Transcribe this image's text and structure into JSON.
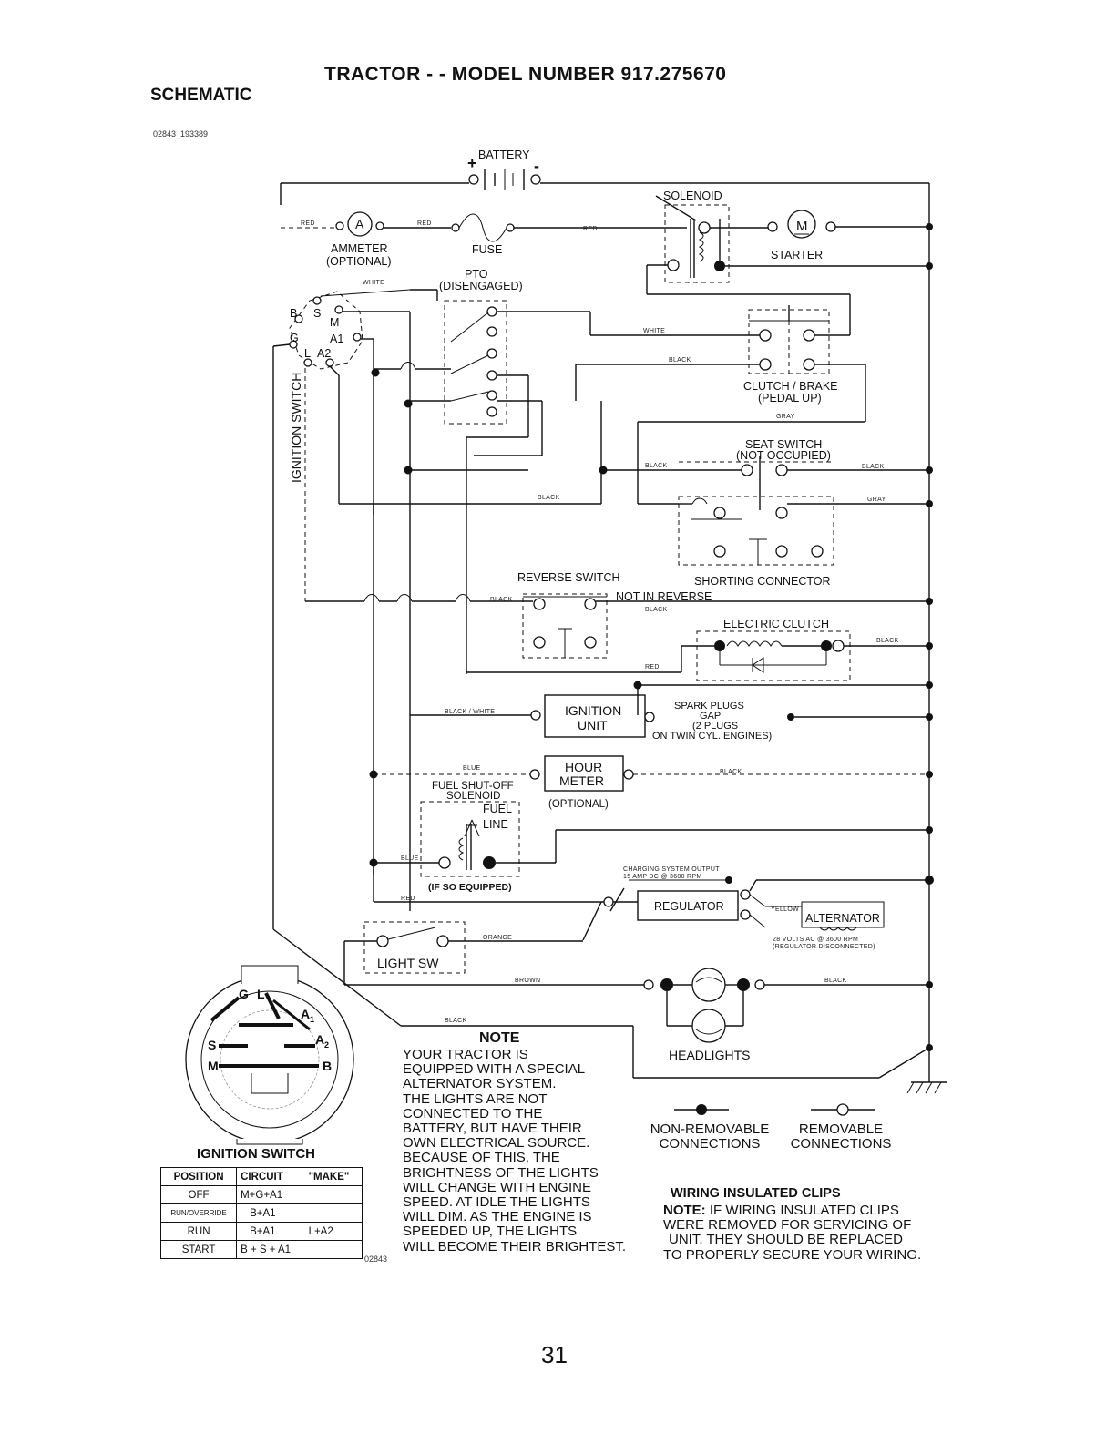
{
  "header": {
    "title": "TRACTOR - - MODEL NUMBER 917.275670",
    "section": "SCHEMATIC",
    "diagram_code": "02843_193389"
  },
  "components": {
    "battery": "BATTERY",
    "battery_plus": "+",
    "battery_minus": "-",
    "solenoid": "SOLENOID",
    "ammeter_symbol": "A",
    "ammeter": "AMMETER",
    "ammeter_note": "(OPTIONAL)",
    "fuse": "FUSE",
    "starter_symbol": "M",
    "starter": "STARTER",
    "pto": "PTO",
    "pto_state": "(DISENGAGED)",
    "ignition_switch_vertical": "IGNITION SWITCH",
    "clutch_brake": "CLUTCH / BRAKE",
    "clutch_brake_state": "(PEDAL UP)",
    "seat_switch": "SEAT SWITCH",
    "seat_switch_state": "(NOT OCCUPIED)",
    "shorting_connector": "SHORTING CONNECTOR",
    "reverse_switch": "REVERSE SWITCH",
    "not_in_reverse": "NOT IN REVERSE",
    "electric_clutch": "ELECTRIC CLUTCH",
    "ignition_unit_1": "IGNITION",
    "ignition_unit_2": "UNIT",
    "spark_plugs_1": "SPARK PLUGS",
    "spark_plugs_2": "GAP",
    "spark_plugs_3": "(2 PLUGS",
    "spark_plugs_4": "ON TWIN CYL. ENGINES)",
    "hour_meter_1": "HOUR",
    "hour_meter_2": "METER",
    "hour_meter_note": "(OPTIONAL)",
    "fuel_solenoid_1": "FUEL SHUT-OFF",
    "fuel_solenoid_2": "SOLENOID",
    "fuel_line_1": "FUEL",
    "fuel_line_2": "LINE",
    "if_equipped": "(IF SO EQUIPPED)",
    "charging_output_1": "CHARGING SYSTEM OUTPUT",
    "charging_output_2": "15 AMP DC @ 3600 RPM",
    "regulator": "REGULATOR",
    "alternator": "ALTERNATOR",
    "alternator_spec_1": "28 VOLTS AC @ 3600 RPM",
    "alternator_spec_2": "(REGULATOR DISCONNECTED)",
    "light_switch": "LIGHT SW",
    "headlights": "HEADLIGHTS"
  },
  "terminals": {
    "b": "B",
    "s": "S",
    "m": "M",
    "g": "G",
    "a1": "A1",
    "l": "L",
    "a2": "A2"
  },
  "wires": {
    "red": "RED",
    "white": "WHITE",
    "black": "BLACK",
    "gray": "GRAY",
    "black_white": "BLACK / WHITE",
    "blue": "BLUE",
    "orange": "ORANGE",
    "yellow": "YELLOW",
    "brown": "BROWN"
  },
  "ignition_switch_detail": {
    "title": "IGNITION SWITCH",
    "g": "G",
    "l": "L",
    "a1": "A",
    "a1_sub": "1",
    "a2": "A",
    "a2_sub": "2",
    "s": "S",
    "m": "M",
    "b": "B"
  },
  "ignition_table": {
    "headers": [
      "POSITION",
      "CIRCUIT",
      "\"MAKE\""
    ],
    "rows": [
      [
        "OFF",
        "M+G+A1",
        ""
      ],
      [
        "RUN/OVERRIDE",
        "B+A1",
        ""
      ],
      [
        "RUN",
        "B+A1",
        "L+A2"
      ],
      [
        "START",
        "B + S + A1",
        ""
      ]
    ],
    "code": "02843"
  },
  "note": {
    "title": "NOTE",
    "lines": [
      "YOUR TRACTOR IS",
      "EQUIPPED WITH A SPECIAL",
      "ALTERNATOR SYSTEM.",
      "THE LIGHTS ARE NOT",
      "CONNECTED TO THE",
      "BATTERY, BUT HAVE THEIR",
      "OWN ELECTRICAL SOURCE.",
      "BECAUSE OF THIS, THE",
      "BRIGHTNESS OF THE LIGHTS",
      "WILL CHANGE WITH ENGINE",
      "SPEED.  AT IDLE THE LIGHTS",
      "WILL DIM.  AS THE ENGINE IS",
      "SPEEDED UP, THE LIGHTS",
      "WILL BECOME THEIR BRIGHTEST."
    ]
  },
  "legend": {
    "non_removable_1": "NON-REMOVABLE",
    "non_removable_2": "CONNECTIONS",
    "removable_1": "REMOVABLE",
    "removable_2": "CONNECTIONS"
  },
  "clips": {
    "title": "WIRING INSULATED CLIPS",
    "note_label": "NOTE:",
    "line1": "IF WIRING INSULATED CLIPS",
    "line2": "WERE REMOVED FOR SERVICING OF",
    "line3": "UNIT, THEY SHOULD BE REPLACED",
    "line4": "TO PROPERLY SECURE YOUR WIRING."
  },
  "footer": {
    "page_number": "31"
  }
}
